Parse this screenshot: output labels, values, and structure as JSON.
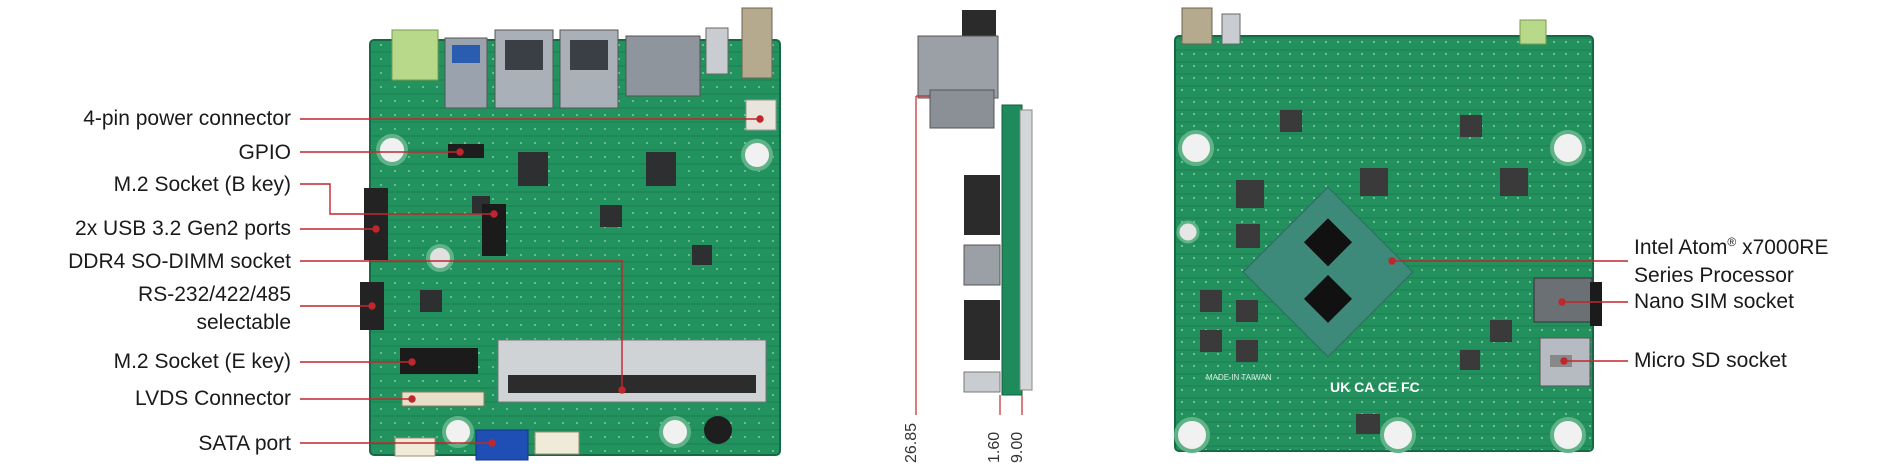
{
  "left_board": {
    "callouts": [
      {
        "id": "power",
        "label": "4-pin power connector"
      },
      {
        "id": "gpio",
        "label": "GPIO"
      },
      {
        "id": "m2b",
        "label": "M.2 Socket (B key)"
      },
      {
        "id": "usb",
        "label": "2x USB 3.2 Gen2 ports"
      },
      {
        "id": "ddr4",
        "label": "DDR4 SO-DIMM socket"
      },
      {
        "id": "rs232_a",
        "label": "RS-232/422/485"
      },
      {
        "id": "rs232_b",
        "label": "selectable"
      },
      {
        "id": "m2e",
        "label": "M.2 Socket (E key)"
      },
      {
        "id": "lvds",
        "label": "LVDS Connector"
      },
      {
        "id": "sata",
        "label": "SATA port"
      }
    ]
  },
  "side_view": {
    "dimensions": [
      {
        "id": "d1",
        "value": "26.85"
      },
      {
        "id": "d2",
        "value": "1.60"
      },
      {
        "id": "d3",
        "value": "9.00"
      }
    ]
  },
  "right_board": {
    "cpu_line1": "Intel Atom",
    "cpu_sup": "®",
    "cpu_line1_rest": " x7000RE",
    "cpu_line2": "Series Processor",
    "sim": "Nano SIM socket",
    "sd": "Micro SD socket",
    "board_marks": {
      "made_in": "MADE IN TAIWAN",
      "cert": "UK CA CE FC"
    }
  },
  "colors": {
    "pcb": "#1f8a5c",
    "pcb_dark": "#176b47",
    "leader": "#c0272d",
    "text": "#1a1a1a"
  }
}
